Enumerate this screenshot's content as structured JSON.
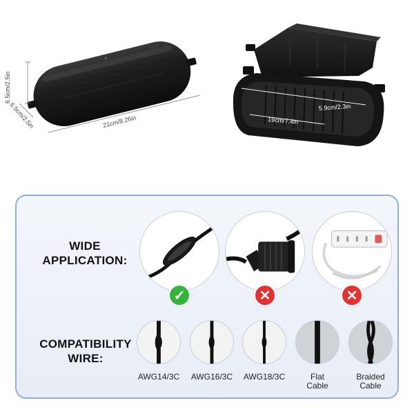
{
  "dimensions": {
    "closed_height": "6.5cm/2.5in",
    "closed_depth": "6.5cm/2.5in",
    "closed_length": "21cm/8.26in",
    "open_inner_width": "5.9cm/2.3in",
    "open_inner_length": "19cm/7.4in"
  },
  "application": {
    "label_line1": "WIDE",
    "label_line2": "APPLICATION:",
    "items": [
      {
        "name": "inline cable connector",
        "status": "suitable",
        "badge": "✓"
      },
      {
        "name": "angled plug connector",
        "status": "unsuitable",
        "badge": "✕"
      },
      {
        "name": "power strip",
        "status": "unsuitable",
        "badge": "✕"
      }
    ]
  },
  "compatibility": {
    "label_line1": "COMPATIBILITY",
    "label_line2": "WIRE:",
    "wires": [
      {
        "line1": "AWG14/3C",
        "line2": ""
      },
      {
        "line1": "AWG16/3C",
        "line2": ""
      },
      {
        "line1": "AWG18/3C",
        "line2": ""
      },
      {
        "line1": "Flat",
        "line2": "Cable"
      },
      {
        "line1": "Braided",
        "line2": "Cable"
      }
    ]
  },
  "colors": {
    "panel_border": "#8fb0df",
    "check_green": "#34b43c",
    "cross_red": "#e5302f",
    "product_black": "#1c1c1c"
  }
}
